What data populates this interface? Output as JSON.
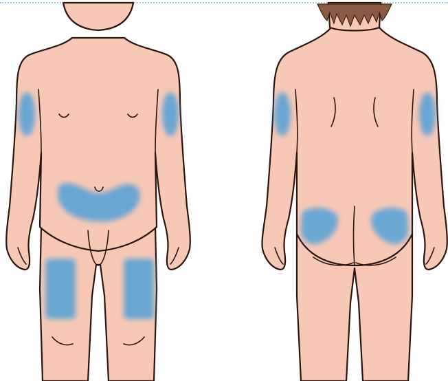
{
  "colors": {
    "skin": "#f8c8b6",
    "outline": "#2a1410",
    "hair": "#8a5a44",
    "injection_zone": "#4a9fd8",
    "border_dots": "#9ec9e2"
  },
  "figures": [
    {
      "view": "front",
      "zones": [
        "left-upper-arm",
        "right-upper-arm",
        "abdomen",
        "left-thigh",
        "right-thigh"
      ]
    },
    {
      "view": "back",
      "zones": [
        "left-upper-arm",
        "right-upper-arm",
        "left-buttock",
        "right-buttock"
      ]
    }
  ]
}
